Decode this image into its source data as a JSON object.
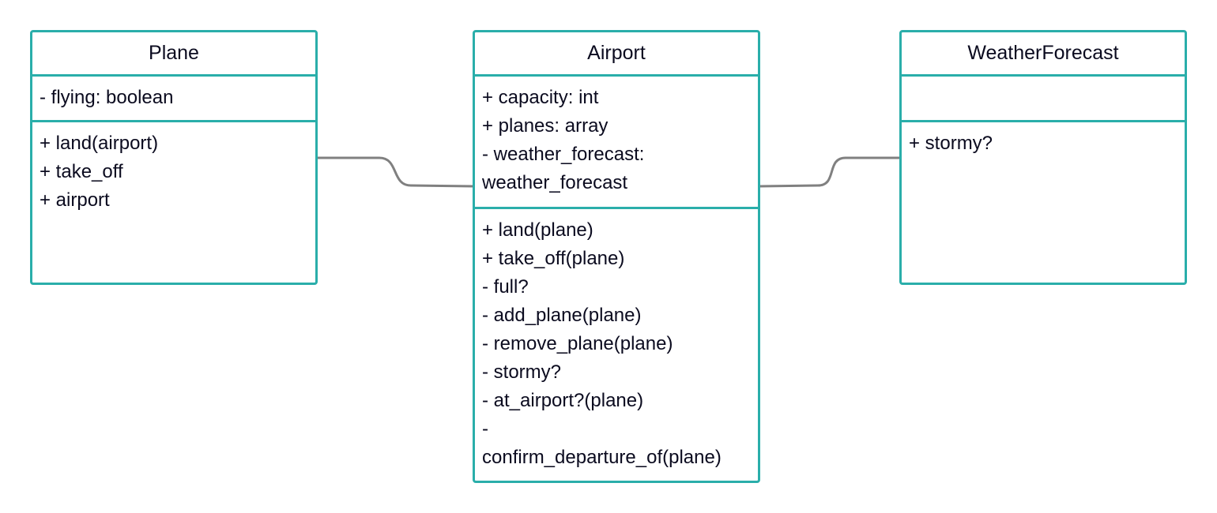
{
  "diagram": {
    "classes": {
      "plane": {
        "name": "Plane",
        "attributes": [
          "- flying: boolean"
        ],
        "methods": [
          "+ land(airport)",
          "+ take_off",
          "+ airport"
        ]
      },
      "airport": {
        "name": "Airport",
        "attributes": [
          "+ capacity: int",
          "+ planes: array",
          "- weather_forecast:",
          "weather_forecast"
        ],
        "methods": [
          "+ land(plane)",
          "+ take_off(plane)",
          "- full?",
          "- add_plane(plane)",
          "- remove_plane(plane)",
          "- stormy?",
          "- at_airport?(plane)",
          "-",
          "confirm_departure_of(plane)"
        ]
      },
      "weather": {
        "name": "WeatherForecast",
        "attributes": [],
        "methods": [
          "+ stormy?"
        ]
      }
    },
    "colors": {
      "border": "#2aaeaa",
      "connector": "#808080",
      "text": "#0b0b1f"
    }
  }
}
